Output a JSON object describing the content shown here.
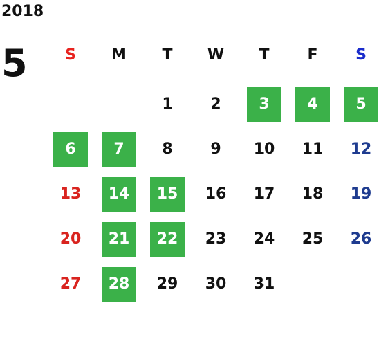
{
  "calendar": {
    "year": "2018",
    "month": "5",
    "weekdays": [
      "S",
      "M",
      "T",
      "W",
      "T",
      "F",
      "S"
    ],
    "colors": {
      "highlight": "#3bb149",
      "sunday": "#d9241f",
      "saturday": "#1e3b8f"
    },
    "weeks": [
      [
        {
          "label": "",
          "highlight": false
        },
        {
          "label": "",
          "highlight": false
        },
        {
          "label": "1",
          "highlight": false
        },
        {
          "label": "2",
          "highlight": false
        },
        {
          "label": "3",
          "highlight": true
        },
        {
          "label": "4",
          "highlight": true
        },
        {
          "label": "5",
          "highlight": true
        }
      ],
      [
        {
          "label": "6",
          "highlight": true
        },
        {
          "label": "7",
          "highlight": true
        },
        {
          "label": "8",
          "highlight": false
        },
        {
          "label": "9",
          "highlight": false
        },
        {
          "label": "10",
          "highlight": false
        },
        {
          "label": "11",
          "highlight": false
        },
        {
          "label": "12",
          "highlight": false
        }
      ],
      [
        {
          "label": "13",
          "highlight": false
        },
        {
          "label": "14",
          "highlight": true
        },
        {
          "label": "15",
          "highlight": true
        },
        {
          "label": "16",
          "highlight": false
        },
        {
          "label": "17",
          "highlight": false
        },
        {
          "label": "18",
          "highlight": false
        },
        {
          "label": "19",
          "highlight": false
        }
      ],
      [
        {
          "label": "20",
          "highlight": false
        },
        {
          "label": "21",
          "highlight": true
        },
        {
          "label": "22",
          "highlight": true
        },
        {
          "label": "23",
          "highlight": false
        },
        {
          "label": "24",
          "highlight": false
        },
        {
          "label": "25",
          "highlight": false
        },
        {
          "label": "26",
          "highlight": false
        }
      ],
      [
        {
          "label": "27",
          "highlight": false
        },
        {
          "label": "28",
          "highlight": true
        },
        {
          "label": "29",
          "highlight": false
        },
        {
          "label": "30",
          "highlight": false
        },
        {
          "label": "31",
          "highlight": false
        },
        {
          "label": "",
          "highlight": false
        },
        {
          "label": "",
          "highlight": false
        }
      ]
    ]
  }
}
